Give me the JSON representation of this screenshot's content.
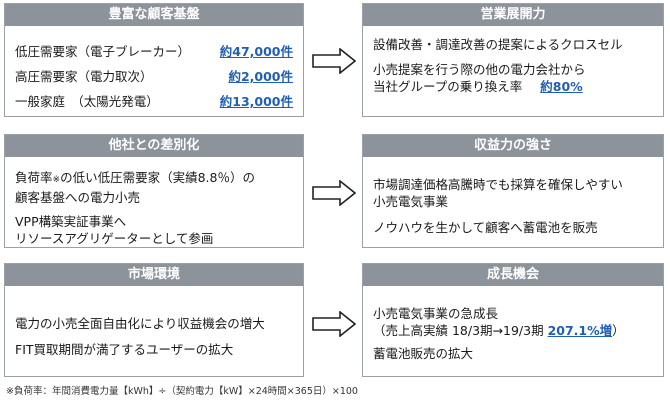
{
  "panels": {
    "customer_base": {
      "title": "豊富な顧客基盤",
      "rows": [
        {
          "label": "低圧需要家（電子ブレーカー）",
          "value": "約47,000件"
        },
        {
          "label": "高圧需要家（電力取次）",
          "value": "約2,000件"
        },
        {
          "label": "一般家庭　（太陽光発電）",
          "value": "約13,000件"
        }
      ]
    },
    "sales_strategy": {
      "title": "営業展開力",
      "line1": "設備改善・調達改善の提案によるクロスセル",
      "line2": "小売提案を行う際の他の電力会社から",
      "line3": "当社グループの乗り換え率",
      "line3_value": "約80%"
    },
    "differentiation": {
      "title": "他社との差別化",
      "line1a": "負荷率",
      "line1_note": "※",
      "line1b": "の低い低圧需要家（実績8.8％）の",
      "line2": "顧客基盤への電力小売",
      "line3": "VPP構築実証事業へ",
      "line4": "リソースアグリゲーターとして参画"
    },
    "profitability": {
      "title": "収益力の強さ",
      "line1": "市場調達価格高騰時でも採算を確保しやすい",
      "line2": "小売電気事業",
      "line3": "ノウハウを生かして顧客へ蓄電池を販売"
    },
    "market": {
      "title": "市場環境",
      "line1": "電力の小売全面自由化により収益機会の増大",
      "line2": "FIT買取期間が満了するユーザーの拡大"
    },
    "growth": {
      "title": "成長機会",
      "line1": "小売電気事業の急成長",
      "line2": "（売上高実績 18/3期→19/3期 ",
      "line2_value": "207.1%増",
      "line2_end": "）",
      "line3": "蓄電池販売の拡大"
    }
  },
  "footnote": "※負荷率：年間消費電力量【kWh】÷（契約電力【kW】×24時間×365日）×100",
  "colors": {
    "header_bg": "#8d939a",
    "border": "#9aa0a6",
    "highlight": "#1f5fb4"
  },
  "icons": {
    "arrow": "hollow-right-arrow"
  }
}
